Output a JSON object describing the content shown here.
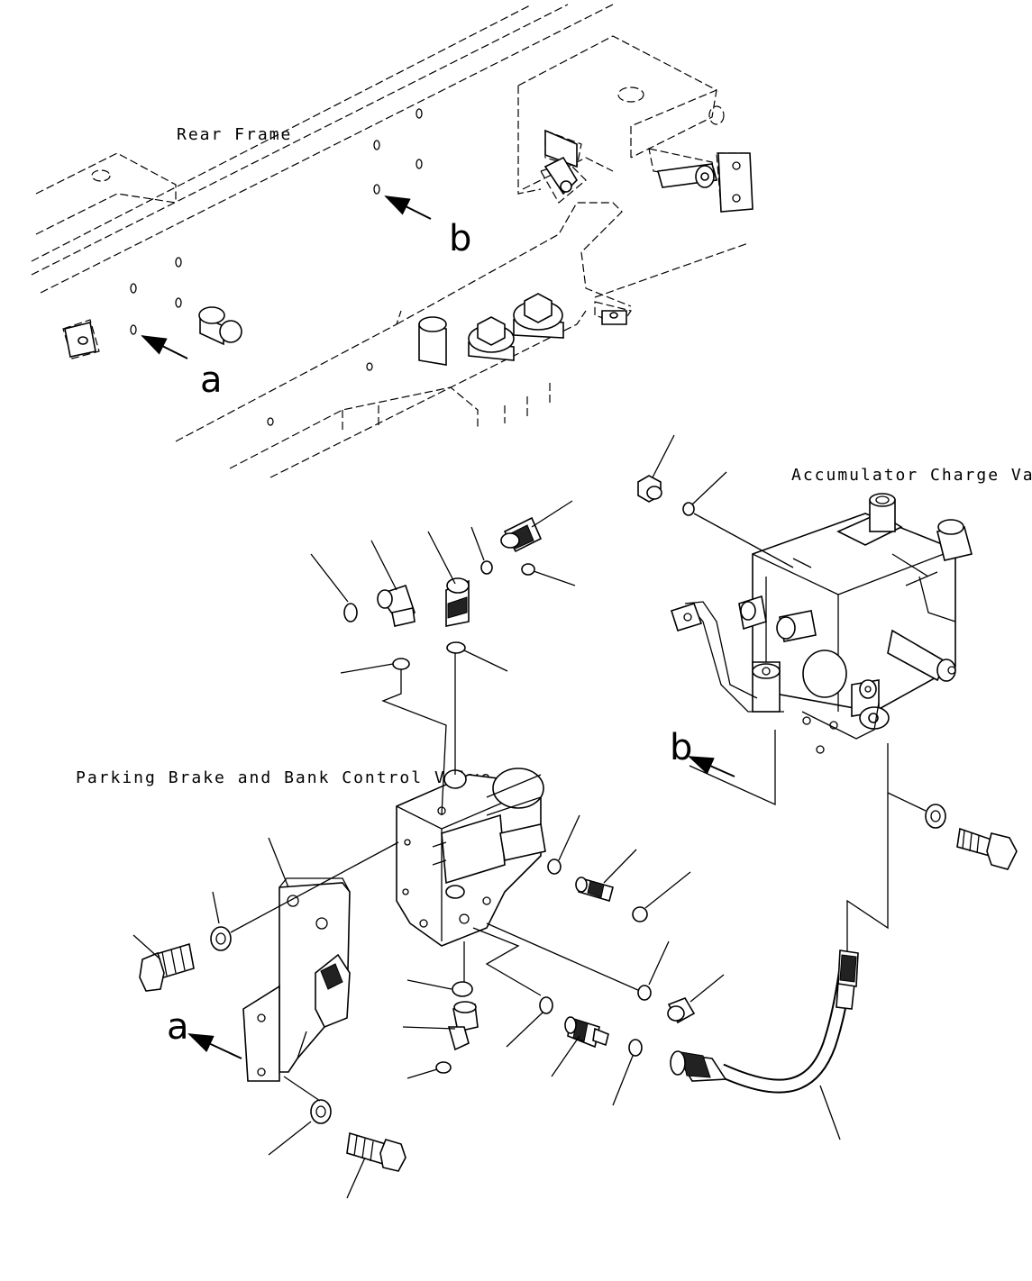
{
  "labels": {
    "rear_frame": "Rear Frame",
    "accumulator_charge_valve": "Accumulator Charge Valve",
    "parking_brake_valve": "Parking Brake and Bank Control Valve",
    "ref_a_top": "a",
    "ref_b_top": "b",
    "ref_a_bottom": "a",
    "ref_b_bottom": "b"
  },
  "icons": [
    "arrow-icon",
    "bolt-icon",
    "washer-icon",
    "o-ring-icon",
    "fitting-icon",
    "hose-icon",
    "bracket-icon",
    "valve-icon"
  ]
}
